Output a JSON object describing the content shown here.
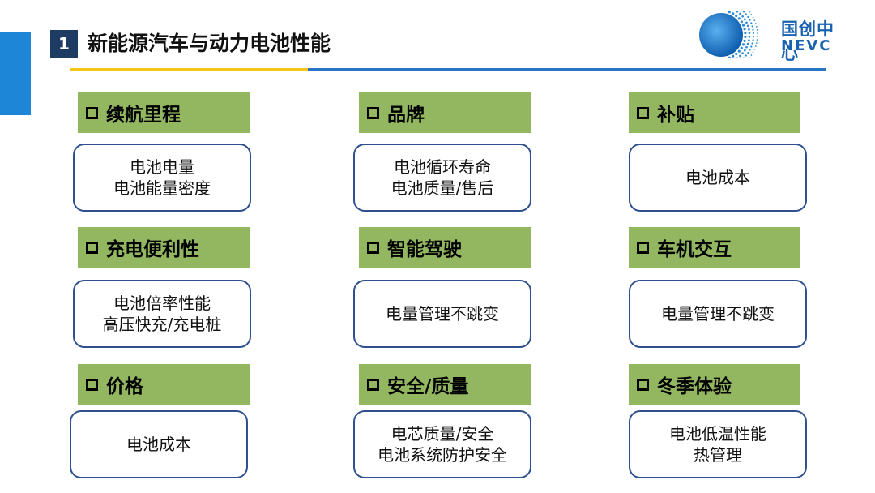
{
  "header": {
    "section_number": "1",
    "title": "新能源汽车与动力电池性能"
  },
  "logo": {
    "name_cn": "国创中心",
    "name_en": "NEVC"
  },
  "categories": [
    {
      "label": "续航里程",
      "details": [
        "电池电量",
        "电池能量密度"
      ]
    },
    {
      "label": "品牌",
      "details": [
        "电池循环寿命",
        "电池质量/售后"
      ]
    },
    {
      "label": "补贴",
      "details": [
        "电池成本"
      ]
    },
    {
      "label": "充电便利性",
      "details": [
        "电池倍率性能",
        "高压快充/充电桩"
      ]
    },
    {
      "label": "智能驾驶",
      "details": [
        "电量管理不跳变"
      ]
    },
    {
      "label": "车机交互",
      "details": [
        "电量管理不跳变"
      ]
    },
    {
      "label": "价格",
      "details": [
        "电池成本"
      ]
    },
    {
      "label": "安全/质量",
      "details": [
        "电芯质量/安全",
        "电池系统防护安全"
      ]
    },
    {
      "label": "冬季体验",
      "details": [
        "电池低温性能",
        "热管理"
      ]
    }
  ],
  "colors": {
    "label_bg": "#93b760",
    "box_border": "#2f4f8f",
    "accent_blue": "#1e86d6",
    "badge_bg": "#1d3b63",
    "rule_yellow": "#f5c518",
    "rule_blue": "#2b74c5"
  }
}
